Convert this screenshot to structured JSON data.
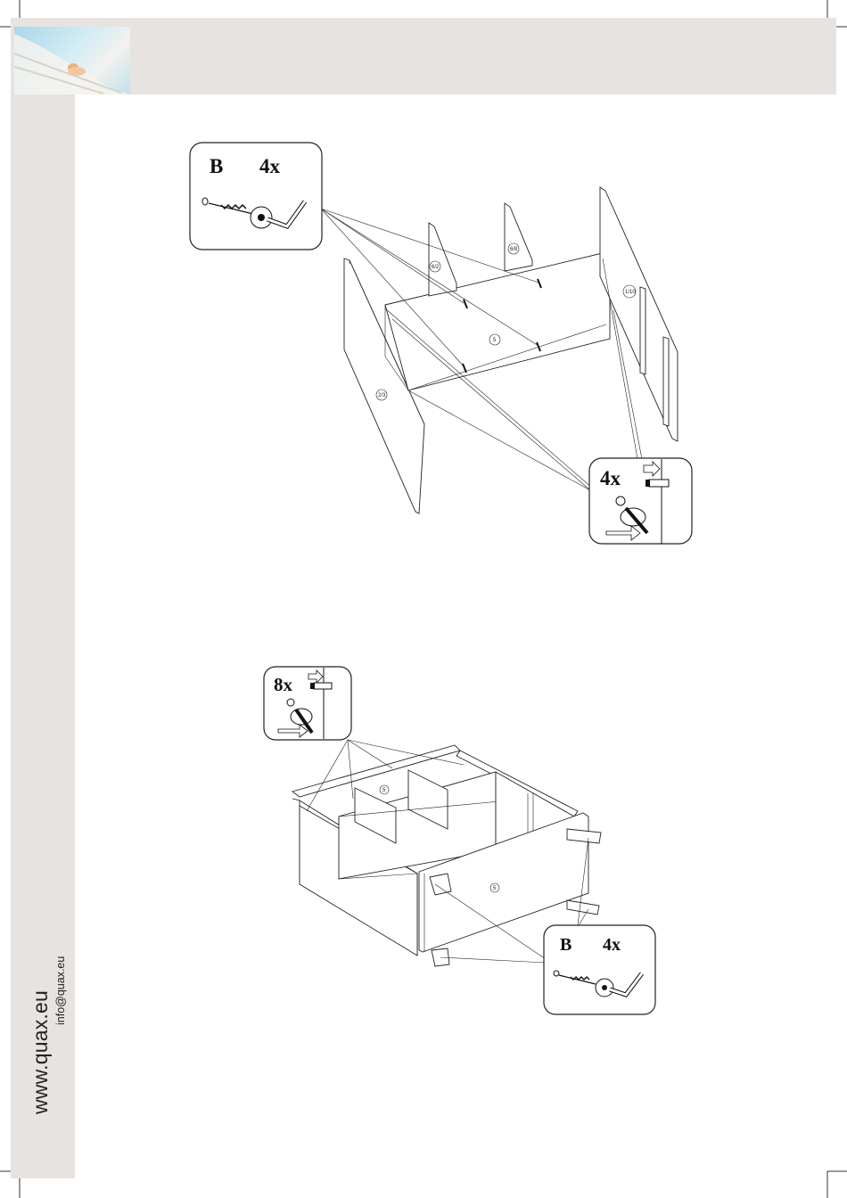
{
  "sidebar": {
    "website": "www.quax.eu",
    "email": "info@quax.eu"
  },
  "step1": {
    "callout_top": {
      "part_letter": "B",
      "quantity": "4x"
    },
    "callout_bottom": {
      "quantity": "4x"
    },
    "part_numbers": [
      "6/2",
      "6/8",
      "5",
      "2/3",
      "1/10"
    ]
  },
  "step2": {
    "callout_top": {
      "quantity": "8x"
    },
    "callout_bottom": {
      "part_letter": "B",
      "quantity": "4x"
    },
    "part_numbers": [
      "5",
      "5"
    ]
  }
}
